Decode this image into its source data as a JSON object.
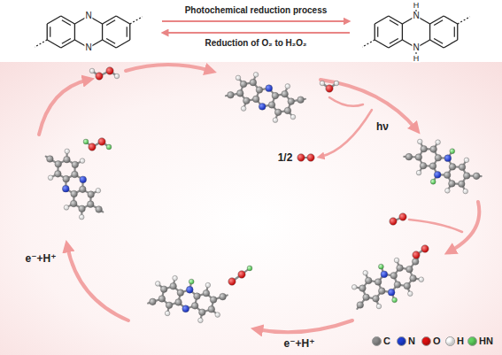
{
  "diagram": {
    "labels": [
      "N",
      "N",
      "Photochemical reduction process",
      "Reduction of O₂ to H₂O₂",
      "H",
      "N",
      "N",
      "H",
      "hν",
      "1/2",
      "e⁻+H⁺",
      "e⁻+H⁺"
    ],
    "legend": [
      {
        "text": "C",
        "color": "#8c8c8c"
      },
      {
        "text": "N",
        "color": "#1f3fd6"
      },
      {
        "text": "O",
        "color": "#e01010"
      },
      {
        "text": "H",
        "color": "#ffffff"
      },
      {
        "text": "HN",
        "color": "#5fd35f"
      }
    ]
  }
}
